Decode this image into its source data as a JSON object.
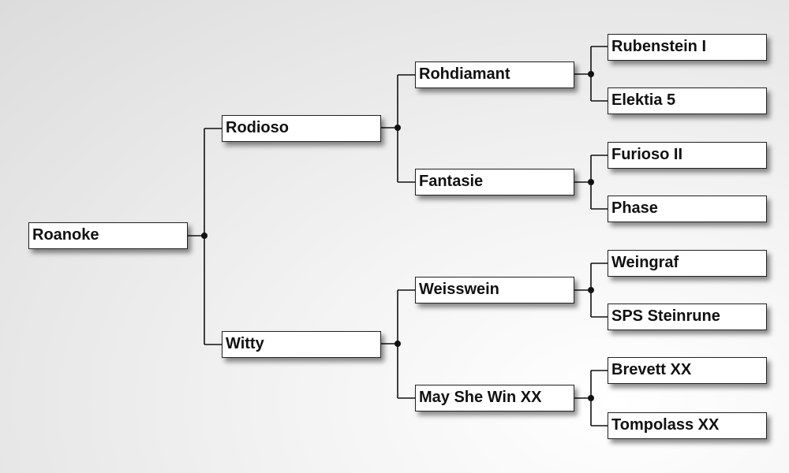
{
  "pedigree": {
    "subject": "Roanoke",
    "sire": "Rodioso",
    "dam": "Witty",
    "sire_sire": "Rohdiamant",
    "sire_dam": "Fantasie",
    "dam_sire": "Weisswein",
    "dam_dam": "May She Win XX",
    "sire_sire_sire": "Rubenstein I",
    "sire_sire_dam": "Elektia 5",
    "sire_dam_sire": "Furioso II",
    "sire_dam_dam": "Phase",
    "dam_sire_sire": "Weingraf",
    "dam_sire_dam": "SPS Steinrune",
    "dam_dam_sire": "Brevett XX",
    "dam_dam_dam": "Tompolass XX"
  },
  "colors": {
    "line": "#111111",
    "box_border": "#222222",
    "box_fill": "#ffffff"
  }
}
